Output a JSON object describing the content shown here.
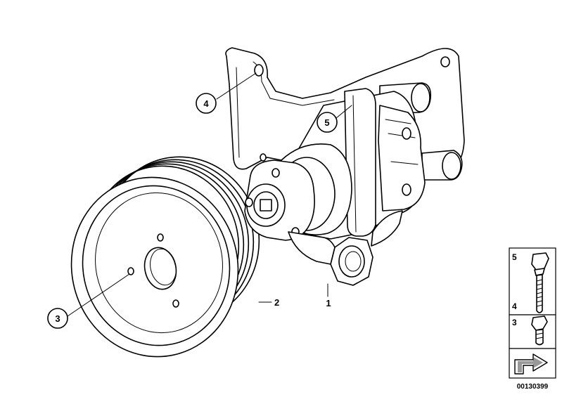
{
  "callouts": [
    {
      "id": "callout-4",
      "label": "4"
    },
    {
      "id": "callout-5",
      "label": "5"
    },
    {
      "id": "callout-3",
      "label": "3"
    }
  ],
  "part_labels": {
    "pump": "1",
    "pulley": "2"
  },
  "legend": {
    "bolt_long_top": "5",
    "bolt_long_bottom": "4",
    "bolt_short": "3"
  },
  "catalog_number": "00130399",
  "icons": {
    "page_arrow": "page-arrow-icon"
  }
}
